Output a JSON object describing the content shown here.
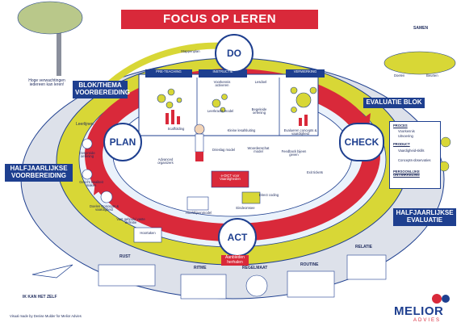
{
  "title": "FOCUS OP LEREN",
  "cycle": {
    "do": "DO",
    "plan": "PLAN",
    "check": "CHECK",
    "act": "ACT"
  },
  "side_labels": {
    "blok_voorbereiding": "BLOK/THEMA VOORBEREIDING",
    "halfjaarlijkse_voorbereiding": "HALFJAARLIJKSE VOORBEREIDING",
    "evaluatie_blok": "EVALUATIE BLOK",
    "halfjaarlijkse_evaluatie": "HALFJAARLIJKSE EVALUATIE"
  },
  "top_left_note": "Hoge verwachtingen iedereen kan leren!",
  "bottom_left_note": "IK KAN HET ZELF",
  "samen": "SAMEN",
  "top_right_tags": [
    "Doelen",
    "Beurten"
  ],
  "arrow_labels": {
    "stappenplan": "Stappenplan",
    "leerlijnen": "Leerlijnen"
  },
  "instruction_board": {
    "pre_teaching": "PRE-TEACHING",
    "instructie": "INSTRUCTIE",
    "verwerking": "VERWERKING",
    "voorkennis": "Voorkennis activeren",
    "lesdoel": "Lesdoel",
    "leerkracht_model": "Leerkracht model",
    "begeleide_oefening": "Begeleide oefening",
    "scaffolding": "Scaffolding",
    "kleine_lesafsluiting": "Kleine lesafsluiting",
    "evalueren": "Evalueren concepts & vaardigheid"
  },
  "plan_items": [
    "Gespreide oefening",
    "Gericht kwaliteit maken",
    "Doelen Concepts & vaardigheid",
    "Vast gebruik/ vaste definitie"
  ],
  "middle_items": {
    "advanced_organizers": "Advanced organizers",
    "drieslag_model": "Drieslag model",
    "woordenschat_model": "Woordenschat model",
    "edict": "e-DICT voor Vaardigheden",
    "feedback": "Feedback bijeen geven",
    "exit_tickets": "Exit tickets",
    "directe_coding": "Direct coding",
    "eindeomsee": "Eindeomsee",
    "hoofdlijnen": "Hoofdlijnenmodel",
    "hoortaken": "Hoortaken"
  },
  "check_list": {
    "proces": "PROCES",
    "proces_items": [
      "Voorkennis",
      "Uitvoering"
    ],
    "product": "PRODUCT",
    "product_items": [
      "Vaardigheid-skills",
      "Concepts-observaties"
    ],
    "persoonlijke": "PERSOONLIJKE ONTWIKKELING"
  },
  "act_tag": "Aanbieden herhalen",
  "bottom_labels": {
    "rust": "RUST",
    "ritme": "RITME",
    "regelmaat": "REGELMAAT",
    "routine": "ROUTINE",
    "relatie": "RELATIE"
  },
  "logo": {
    "name": "MELIOR",
    "sub": "ADVIES"
  },
  "credit": "Visual made by Denise Mulder for Melior Advies",
  "colors": {
    "red": "#d9293a",
    "yellow": "#d8d736",
    "navy": "#1e3f8f",
    "grey_ring": "#dde1ea",
    "light_blue": "#eaf2fb",
    "pink": "#f6c9cc"
  }
}
